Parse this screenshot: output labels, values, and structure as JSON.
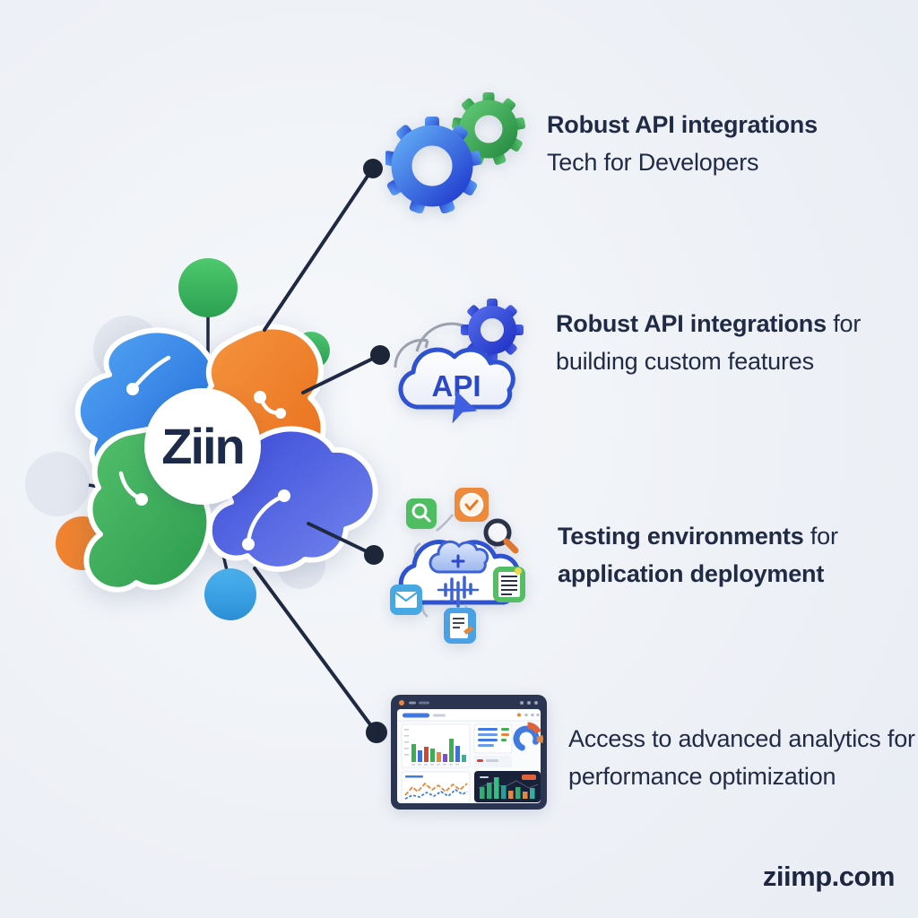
{
  "brand": {
    "logo_text": "Ziin",
    "website": "ziimp.com"
  },
  "features": [
    {
      "icon": "gears-icon",
      "line1_strong": "Robust API integrations",
      "line1_normal": "",
      "line2_strong": "",
      "line2_normal": "Tech for Developers"
    },
    {
      "icon": "api-cloud-icon",
      "line1_strong": "Robust API integrations",
      "line1_normal": " for",
      "line2_strong": "",
      "line2_normal": "building custom features"
    },
    {
      "icon": "testing-cloud-icon",
      "line1_strong": "Testing environments",
      "line1_normal": " for",
      "line2_strong": "application deployment",
      "line2_normal": ""
    },
    {
      "icon": "analytics-dashboard-icon",
      "line1_strong": "",
      "line1_normal": "Access to advanced analytics for",
      "line2_strong": "",
      "line2_normal": "performance optimization"
    }
  ],
  "icons": {
    "api_cloud_label": "API"
  },
  "colors": {
    "background": "#eef1f6",
    "text": "#202b45",
    "connector_line": "#1f2941",
    "blob_blue": "#2f7fe8",
    "blob_orange": "#ee7a2a",
    "blob_green": "#3aa65a",
    "blob_indigo": "#4456dd",
    "satellite_green": "#3fbb63",
    "satellite_orange": "#ef8330",
    "satellite_blue": "#3da4ea",
    "satellite_gray": "#e2e6ee"
  }
}
